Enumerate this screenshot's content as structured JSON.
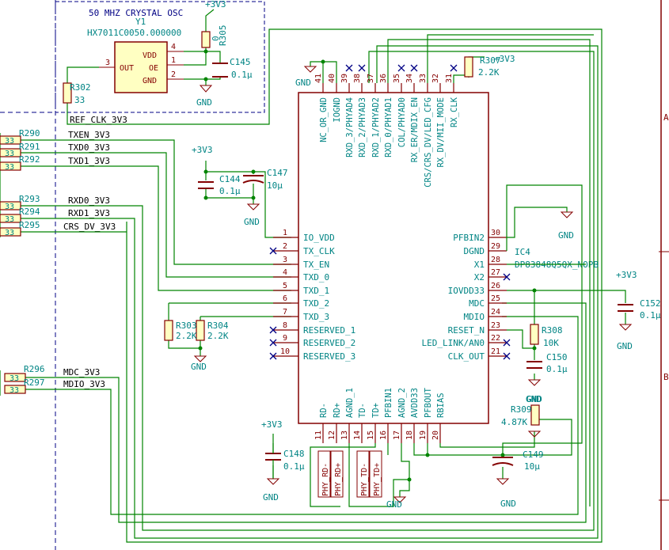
{
  "crystal": {
    "title": "50 MHZ CRYSTAL OSC",
    "ref": "Y1",
    "part": "HX7011C0050.000000",
    "pins": {
      "vdd": "VDD",
      "out": "OUT",
      "oe": "OE",
      "gnd": "GND"
    },
    "pin_numbers": {
      "p3": "3",
      "p4": "4",
      "p1": "1",
      "p2": "2"
    }
  },
  "power": {
    "v33": "+3V3",
    "gnd": "GND"
  },
  "ic": {
    "ref": "IC4",
    "part": "DP83848Q5QX_NOPB",
    "top_pins": [
      {
        "num": "41",
        "name": "NC_OR_GND"
      },
      {
        "num": "40",
        "name": "IOGND"
      },
      {
        "num": "39",
        "name": "RXD_3/PHYAD4"
      },
      {
        "num": "38",
        "name": "RXD_2/PHYAD3"
      },
      {
        "num": "37",
        "name": "RXD_1/PHYAD2"
      },
      {
        "num": "36",
        "name": "RXD_0/PHYAD1"
      },
      {
        "num": "35",
        "name": "COL/PHYAD0"
      },
      {
        "num": "34",
        "name": "RX_ER/MDIX_EN"
      },
      {
        "num": "33",
        "name": "CRS/CRS_DV/LED_CFG"
      },
      {
        "num": "32",
        "name": "RX_DV/MII_MODE"
      },
      {
        "num": "31",
        "name": "RX_CLK"
      }
    ],
    "left_pins": [
      {
        "num": "1",
        "name": "IO_VDD"
      },
      {
        "num": "2",
        "name": "TX_CLK"
      },
      {
        "num": "3",
        "name": "TX_EN"
      },
      {
        "num": "4",
        "name": "TXD_0"
      },
      {
        "num": "5",
        "name": "TXD_1"
      },
      {
        "num": "6",
        "name": "TXD_2"
      },
      {
        "num": "7",
        "name": "TXD_3"
      },
      {
        "num": "8",
        "name": "RESERVED_1"
      },
      {
        "num": "9",
        "name": "RESERVED_2"
      },
      {
        "num": "10",
        "name": "RESERVED_3"
      }
    ],
    "right_pins": [
      {
        "num": "30",
        "name": "PFBIN2"
      },
      {
        "num": "29",
        "name": "DGND"
      },
      {
        "num": "28",
        "name": "X1"
      },
      {
        "num": "27",
        "name": "X2"
      },
      {
        "num": "26",
        "name": "IOVDD33"
      },
      {
        "num": "25",
        "name": "MDC"
      },
      {
        "num": "24",
        "name": "MDIO"
      },
      {
        "num": "23",
        "name": "RESET_N"
      },
      {
        "num": "22",
        "name": "LED_LINK/AN0"
      },
      {
        "num": "21",
        "name": "CLK_OUT"
      }
    ],
    "bottom_pins": [
      {
        "num": "11",
        "name": "RD-"
      },
      {
        "num": "12",
        "name": "RD+"
      },
      {
        "num": "13",
        "name": "AGND_1"
      },
      {
        "num": "14",
        "name": "TD-"
      },
      {
        "num": "15",
        "name": "TD+"
      },
      {
        "num": "16",
        "name": "PFBIN1"
      },
      {
        "num": "17",
        "name": "AGND_2"
      },
      {
        "num": "18",
        "name": "AVDD33"
      },
      {
        "num": "19",
        "name": "PFBOUT"
      },
      {
        "num": "20",
        "name": "RBIAS"
      }
    ]
  },
  "nets": {
    "ref_clk": "REF_CLK_3V3",
    "txen": "TXEN_3V3",
    "txd0": "TXD0_3V3",
    "txd1": "TXD1_3V3",
    "rxd0": "RXD0_3V3",
    "rxd1": "RXD1_3V3",
    "crs_dv": "CRS_DV_3V3",
    "mdc": "MDC_3V3",
    "mdio": "MDIO_3V3"
  },
  "series_resistors": [
    {
      "ref": "R290",
      "value": "33"
    },
    {
      "ref": "R291",
      "value": "33"
    },
    {
      "ref": "R292",
      "value": "33"
    },
    {
      "ref": "R293",
      "value": "33"
    },
    {
      "ref": "R294",
      "value": "33"
    },
    {
      "ref": "R295",
      "value": "33"
    },
    {
      "ref": "R296",
      "value": "33"
    },
    {
      "ref": "R297",
      "value": "33"
    }
  ],
  "components": {
    "r302": {
      "ref": "R302",
      "value": "33"
    },
    "r305": {
      "ref": "R305",
      "value": "0"
    },
    "r303": {
      "ref": "R303",
      "value": "2.2K"
    },
    "r304": {
      "ref": "R304",
      "value": "2.2K"
    },
    "r307": {
      "ref": "R307",
      "value": "2.2K"
    },
    "r308": {
      "ref": "R308",
      "value": "10K"
    },
    "r309": {
      "ref": "R309",
      "value": "4.87K"
    },
    "c144": {
      "ref": "C144",
      "value": "0.1µ"
    },
    "c145": {
      "ref": "C145",
      "value": "0.1µ"
    },
    "c147": {
      "ref": "C147",
      "value": "10µ"
    },
    "c148": {
      "ref": "C148",
      "value": "0.1µ"
    },
    "c149": {
      "ref": "C149",
      "value": "10µ"
    },
    "c150": {
      "ref": "C150",
      "value": "0.1µ"
    },
    "c152": {
      "ref": "C152",
      "value": "0.1µ"
    }
  },
  "phy_labels": [
    "PHY_RD-",
    "PHY_RD+",
    "PHY_TD-",
    "PHY_TD+"
  ],
  "border_letters": {
    "a": "A",
    "b": "B"
  },
  "colors": {
    "wire": "#008400",
    "component": "#840000",
    "text": "#008484",
    "junction": "#008400",
    "no_connect": "#000084",
    "label": "#000000",
    "frame": "#840000",
    "sheet_border": "#000084"
  }
}
